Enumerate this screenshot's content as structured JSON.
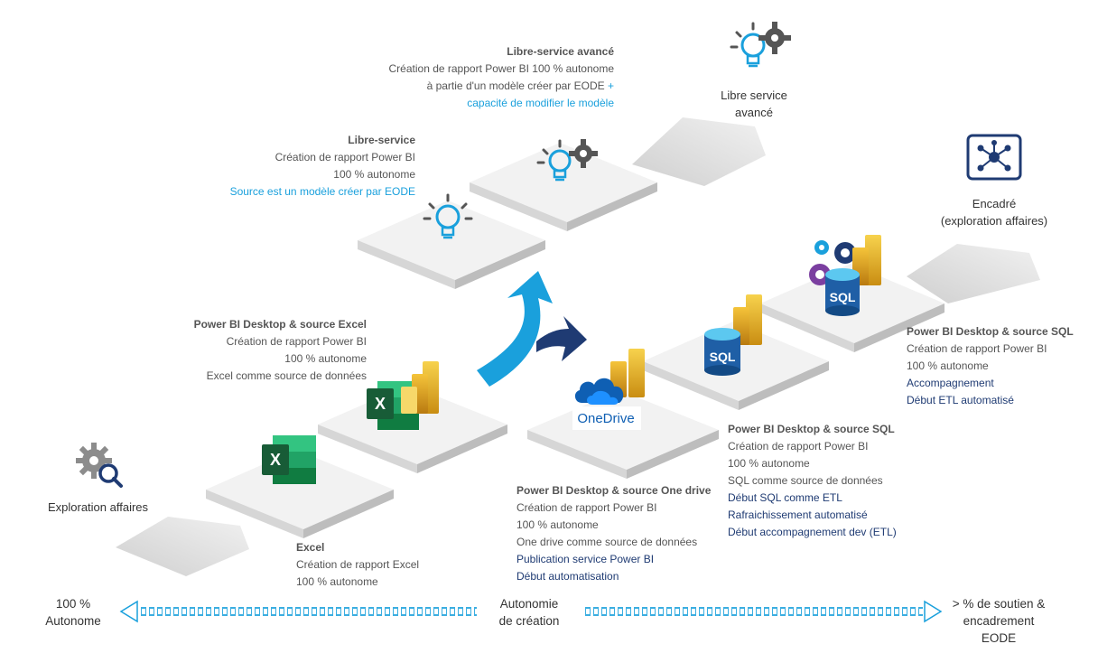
{
  "stages": {
    "excel": {
      "title": "Excel",
      "lines": [
        "Création de rapport Excel",
        "100 % autonome"
      ]
    },
    "pbi_excel": {
      "title": "Power BI Desktop & source Excel",
      "lines": [
        "Création de rapport Power BI",
        "100 % autonome",
        "Excel comme source de données"
      ]
    },
    "libre_service": {
      "title": "Libre-service",
      "lines": [
        "Création de rapport Power BI",
        "100 % autonome"
      ],
      "highlight": [
        "Source est un modèle créer par EODE"
      ]
    },
    "libre_service_avance": {
      "title": "Libre-service avancé",
      "lines": [
        "Création de rapport Power BI 100 % autonome",
        "à partie d'un modèle créer par EODE"
      ],
      "plus": "+",
      "highlight": [
        "capacité de modifier le modèle"
      ]
    },
    "pbi_onedrive": {
      "title": "Power BI Desktop & source One drive",
      "lines": [
        "Création de rapport Power BI",
        "100 % autonome",
        "One drive comme source de données"
      ],
      "highlight": [
        "Publication service Power BI",
        "Début automatisation"
      ]
    },
    "pbi_sql_1": {
      "title": "Power BI Desktop & source SQL",
      "lines": [
        "Création de rapport Power BI",
        "100 % autonome",
        "SQL comme source de données"
      ],
      "highlight": [
        "Début SQL comme ETL",
        "Rafraichissement  automatisé",
        "Début accompagnement dev (ETL)"
      ]
    },
    "pbi_sql_2": {
      "title": "Power BI Desktop & source SQL",
      "lines": [
        "Création de rapport Power BI",
        "100 % autonome"
      ],
      "highlight": [
        "Accompagnement",
        "Début ETL automatisé"
      ]
    }
  },
  "labels": {
    "exploration": "Exploration affaires",
    "libre_line1": "Libre service",
    "libre_line2": "avancé",
    "encadre_line1": "Encadré",
    "encadre_line2": "(exploration affaires)"
  },
  "icons": {
    "onedrive": "OneDrive",
    "sql": "SQL",
    "excel": "X"
  },
  "bottom": {
    "left_line1": "100 %",
    "left_line2": "Autonome",
    "center_line1": "Autonomie",
    "center_line2": "de création",
    "right_line1": "> % de soutien  &",
    "right_line2": "encadrement",
    "right_line3": "EODE"
  },
  "colors": {
    "highlight_light": "#1aa0dc",
    "highlight_dark": "#1f3b73",
    "tile_top": "#f2f2f2",
    "tile_side": "#cfcfcf",
    "arrow_light": "#1aa0dc",
    "arrow_dark": "#1f3b73",
    "excel_green": "#1f7145",
    "powerbi_gold": "#f2c811"
  }
}
